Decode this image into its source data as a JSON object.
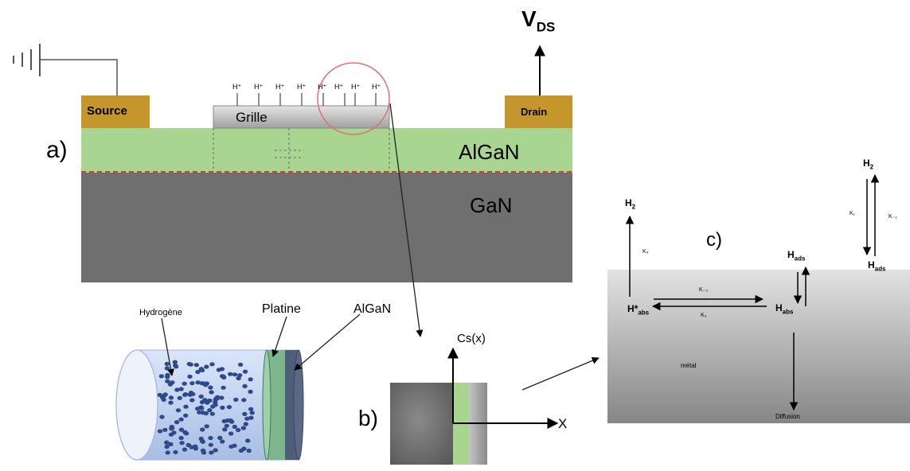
{
  "panel_a": {
    "label": "a)",
    "vds": {
      "main": "V",
      "sub": "DS"
    },
    "source": "Source",
    "drain": "Drain",
    "gate": "Grille",
    "algan": "AlGaN",
    "gan": "GaN",
    "h_plus": [
      "H⁺",
      "H⁺",
      "H⁺",
      "H⁺",
      "H⁺",
      "H⁺",
      "H⁺",
      "H⁺"
    ]
  },
  "cylinder": {
    "hydrogen": "Hydrogène",
    "platine": "Platine",
    "algan": "AlGaN"
  },
  "panel_b": {
    "label": "b)",
    "y_axis": "Cs(x)",
    "x_axis": "X"
  },
  "panel_c": {
    "label": "c)",
    "h2_left": {
      "main": "H",
      "sub": "2"
    },
    "k_left": "K₄",
    "h2_right": {
      "main": "H",
      "sub": "2"
    },
    "k_right_1": "K₁",
    "k_right_2": "K₋₁",
    "h_ads_top": {
      "main": "H",
      "sub": "ads"
    },
    "h_ads_right": {
      "main": "H",
      "sub": "ads"
    },
    "h_abs": {
      "main": "H",
      "sub": "abs"
    },
    "h_star_abs": {
      "main": "H*",
      "sub": "abs"
    },
    "k_m3": "K₋₃",
    "k_3": "K₃",
    "metal": "métal",
    "diffusion": "Diffusion"
  },
  "colors": {
    "algan_green": "#a8d690",
    "gan_gray": "#6f6f6f",
    "contact_gold": "#c4962c",
    "heterojunction_red": "#d83a3a",
    "circle_red": "#e07070",
    "hydrogen_dot": "#2e4a88",
    "cylinder_blue": "#c6d6f2"
  }
}
